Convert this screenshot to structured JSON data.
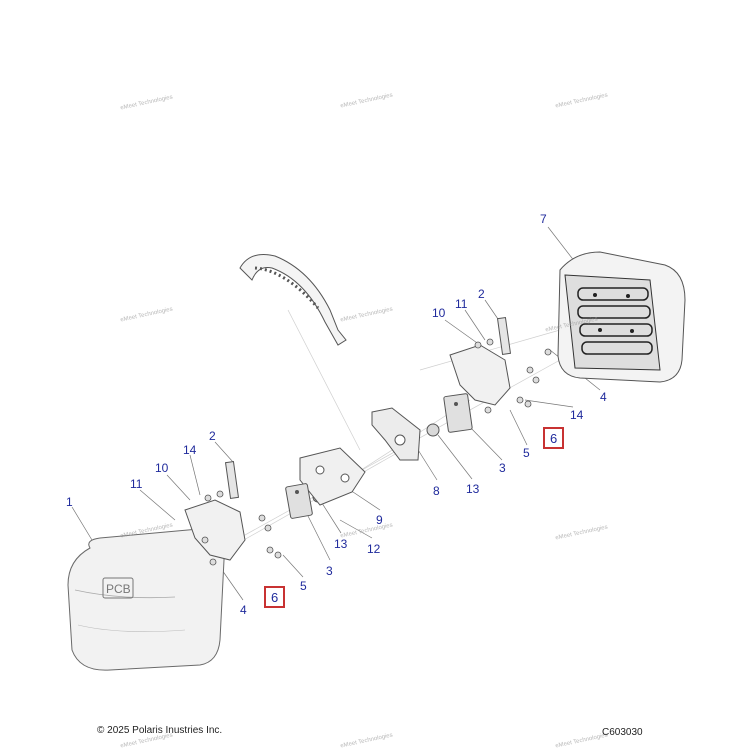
{
  "callouts": [
    {
      "id": "c1",
      "label": "1"
    },
    {
      "id": "c2a",
      "label": "2"
    },
    {
      "id": "c2b",
      "label": "2"
    },
    {
      "id": "c3a",
      "label": "3"
    },
    {
      "id": "c3b",
      "label": "3"
    },
    {
      "id": "c4a",
      "label": "4"
    },
    {
      "id": "c4b",
      "label": "4"
    },
    {
      "id": "c5a",
      "label": "5"
    },
    {
      "id": "c5b",
      "label": "5"
    },
    {
      "id": "c6a",
      "label": "6"
    },
    {
      "id": "c6b",
      "label": "6"
    },
    {
      "id": "c7",
      "label": "7"
    },
    {
      "id": "c8",
      "label": "8"
    },
    {
      "id": "c9",
      "label": "9"
    },
    {
      "id": "c10a",
      "label": "10"
    },
    {
      "id": "c10b",
      "label": "10"
    },
    {
      "id": "c11a",
      "label": "11"
    },
    {
      "id": "c11b",
      "label": "11"
    },
    {
      "id": "c12",
      "label": "12"
    },
    {
      "id": "c13a",
      "label": "13"
    },
    {
      "id": "c13b",
      "label": "13"
    },
    {
      "id": "c14a",
      "label": "14"
    },
    {
      "id": "c14b",
      "label": "14"
    }
  ],
  "footer": {
    "copyright": "© 2025 Polaris Inustries Inc.",
    "code": "C603030"
  },
  "watermark": "eMeet Technologies",
  "colors": {
    "callout_text": "#1f2a9c",
    "highlight_box": "#c83232",
    "line_art": "#555555"
  }
}
